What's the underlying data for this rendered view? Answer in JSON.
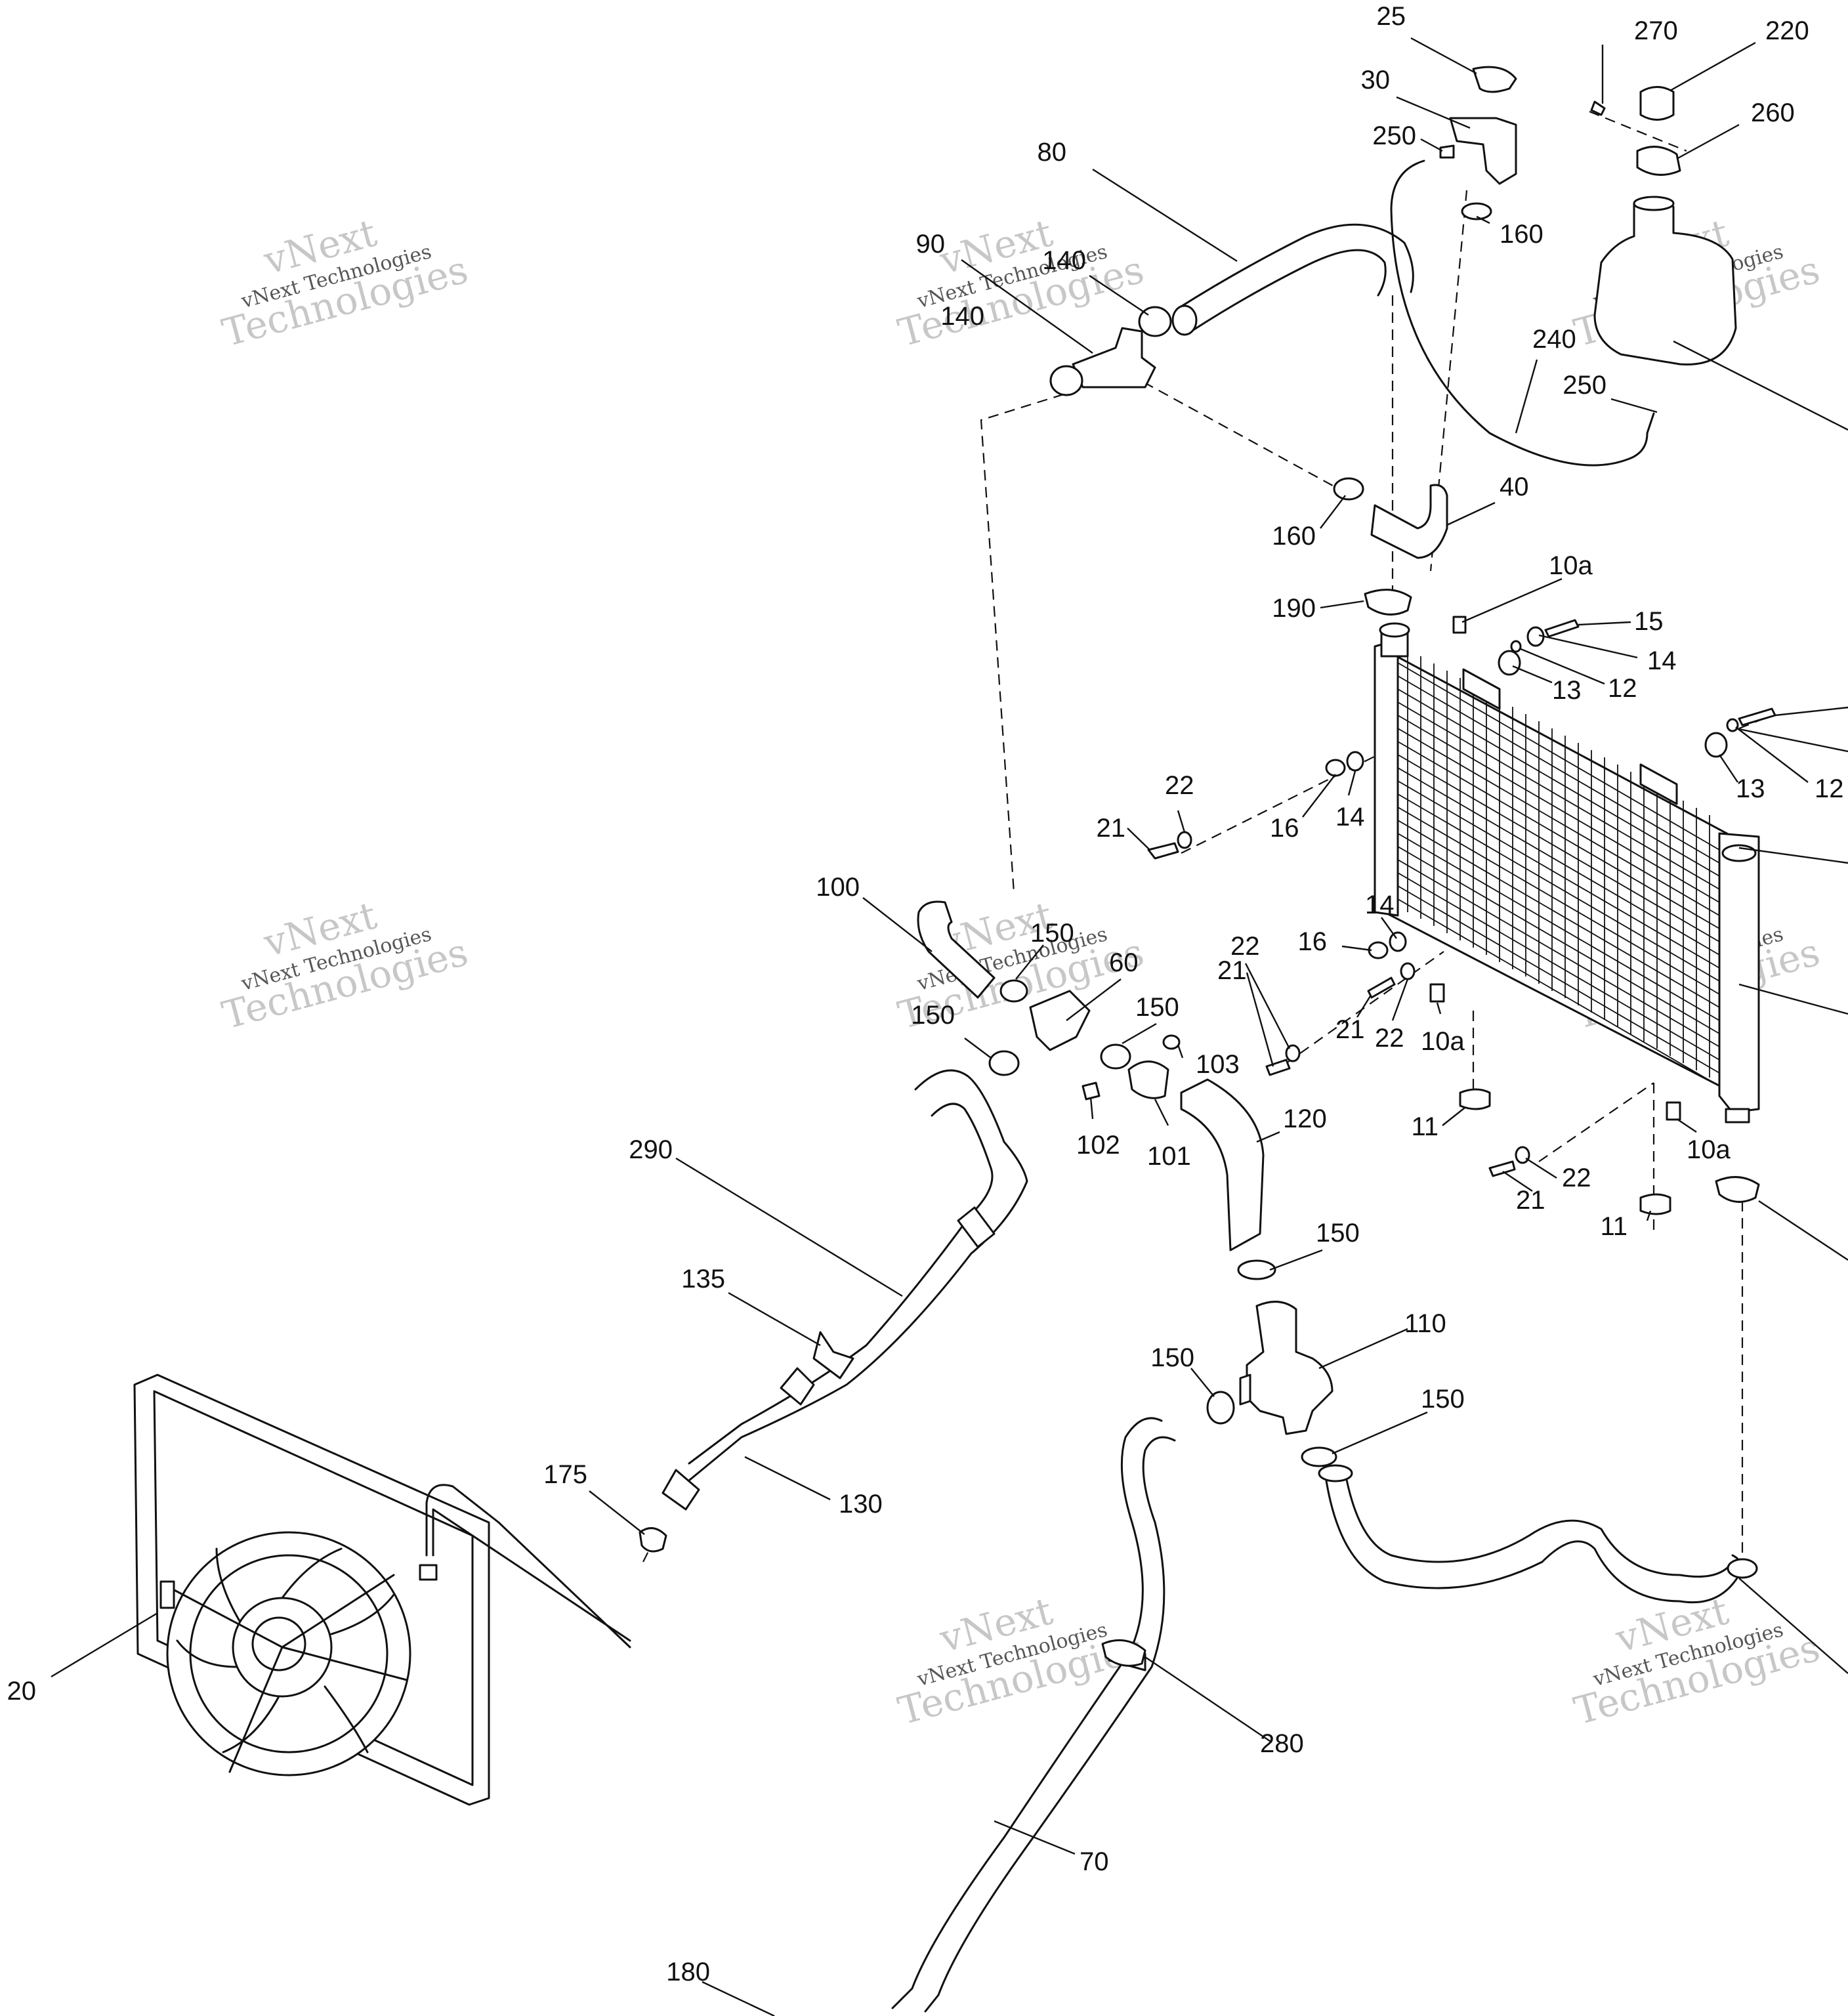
{
  "watermark": {
    "line1": "vNext",
    "line2": "vNext Technologies",
    "line3": "Technologies"
  },
  "callouts": {
    "c25": "25",
    "c270": "270",
    "c220": "220",
    "c30": "30",
    "c260": "260",
    "c250a": "250",
    "c80": "80",
    "c160a": "160",
    "c90": "90",
    "c140a": "140",
    "c140b": "140",
    "c240": "240",
    "c250b": "250",
    "c40": "40",
    "c160b": "160",
    "c10a_a": "10a",
    "c190": "190",
    "c15": "15",
    "c14a": "14",
    "c13a": "13",
    "c12a": "12",
    "c22a": "22",
    "c21a": "21",
    "c16a": "16",
    "c14b": "14",
    "c13b": "13",
    "c12b": "12",
    "c100": "100",
    "c14c": "14",
    "c150a": "150",
    "c16b": "16",
    "c60": "60",
    "c22b": "22",
    "c21b": "21",
    "c150b": "150",
    "c150c": "150",
    "c21c": "21",
    "c22c": "22",
    "c10a_b": "10a",
    "c103": "103",
    "c102": "102",
    "c101": "101",
    "c120": "120",
    "c11a": "11",
    "c10a_c": "10a",
    "c290": "290",
    "c22d": "22",
    "c21d": "21",
    "c11b": "11",
    "c150d": "150",
    "c135": "135",
    "c110": "110",
    "c150e": "150",
    "c150f": "150",
    "c175": "175",
    "c130": "130",
    "c20": "20",
    "c280": "280",
    "c70": "70",
    "c180": "180"
  }
}
